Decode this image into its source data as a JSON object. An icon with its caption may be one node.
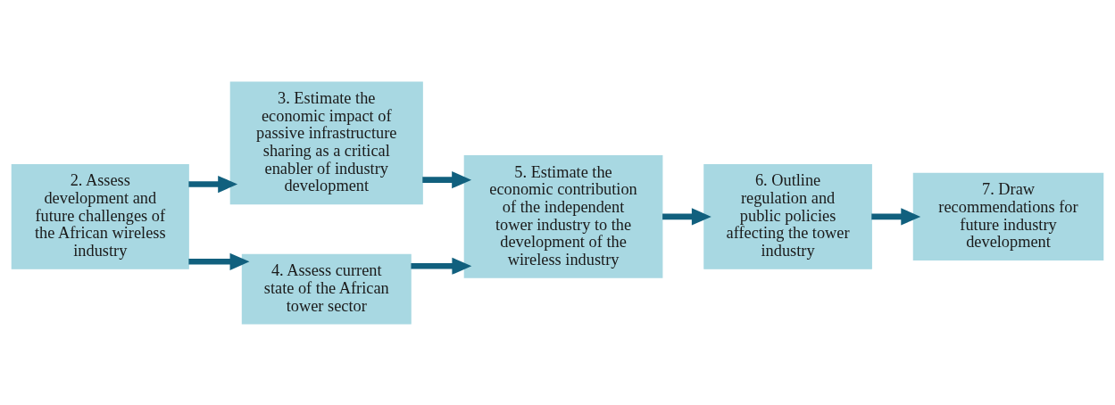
{
  "diagram": {
    "nodes": [
      {
        "text": [
          "2. Assess development and future challenges of the African wireless industry"
        ]
      },
      {
        "text": [
          "3. Estimate the economic impact of passive infrastructure sharing as a critical enabler of industry development"
        ]
      },
      {
        "text": [
          "4. Assess current state of the African tower sector"
        ]
      },
      {
        "text": [
          "5. Estimate the economic contribution of the independent tower industry to the development of the wireless industry"
        ]
      },
      {
        "text": [
          "6. Outline regulation and public policies affecting the tower industry"
        ]
      },
      {
        "text": [
          "7. Draw recommendations for future industry development"
        ]
      }
    ],
    "edges": [
      {
        "from": 0,
        "to": 1,
        "arrow": "to"
      },
      {
        "from": 0,
        "to": 2,
        "arrow": "to"
      },
      {
        "from": 1,
        "to": 3,
        "arrow": "to"
      },
      {
        "from": 2,
        "to": 3,
        "arrow": "to"
      },
      {
        "from": 3,
        "to": 4,
        "arrow": "to"
      },
      {
        "from": 4,
        "to": 5,
        "arrow": "to"
      }
    ]
  }
}
